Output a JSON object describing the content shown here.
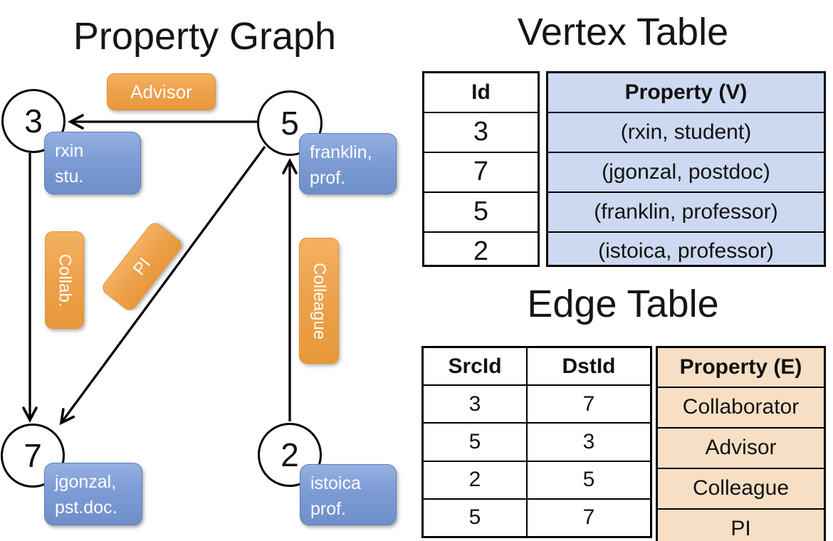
{
  "graph": {
    "title": "Property Graph",
    "nodes": [
      {
        "id": "3",
        "prop_line1": "rxin",
        "prop_line2": "stu."
      },
      {
        "id": "5",
        "prop_line1": "franklin,",
        "prop_line2": "prof."
      },
      {
        "id": "7",
        "prop_line1": "jgonzal,",
        "prop_line2": "pst.doc."
      },
      {
        "id": "2",
        "prop_line1": "istoica",
        "prop_line2": "prof."
      }
    ],
    "edge_labels": {
      "advisor": "Advisor",
      "collab": "Collab.",
      "pi": "PI",
      "colleague": "Colleague"
    }
  },
  "vertex_table": {
    "title": "Vertex Table",
    "headers": {
      "id": "Id",
      "property": "Property (V)"
    },
    "rows": [
      {
        "id": "3",
        "property": "(rxin, student)"
      },
      {
        "id": "7",
        "property": "(jgonzal, postdoc)"
      },
      {
        "id": "5",
        "property": "(franklin, professor)"
      },
      {
        "id": "2",
        "property": "(istoica, professor)"
      }
    ]
  },
  "edge_table": {
    "title": "Edge Table",
    "headers": {
      "src": "SrcId",
      "dst": "DstId",
      "property": "Property (E)"
    },
    "rows": [
      {
        "src": "3",
        "dst": "7",
        "property": "Collaborator"
      },
      {
        "src": "5",
        "dst": "3",
        "property": "Advisor"
      },
      {
        "src": "2",
        "dst": "5",
        "property": "Colleague"
      },
      {
        "src": "5",
        "dst": "7",
        "property": "PI"
      }
    ]
  },
  "colors": {
    "node_box_blue": "#7d9cd5",
    "edge_label_orange": "#eda14b",
    "vertex_property_fill": "#cdd9f0",
    "edge_property_fill": "#f6dfc4",
    "line_black": "#000000"
  }
}
